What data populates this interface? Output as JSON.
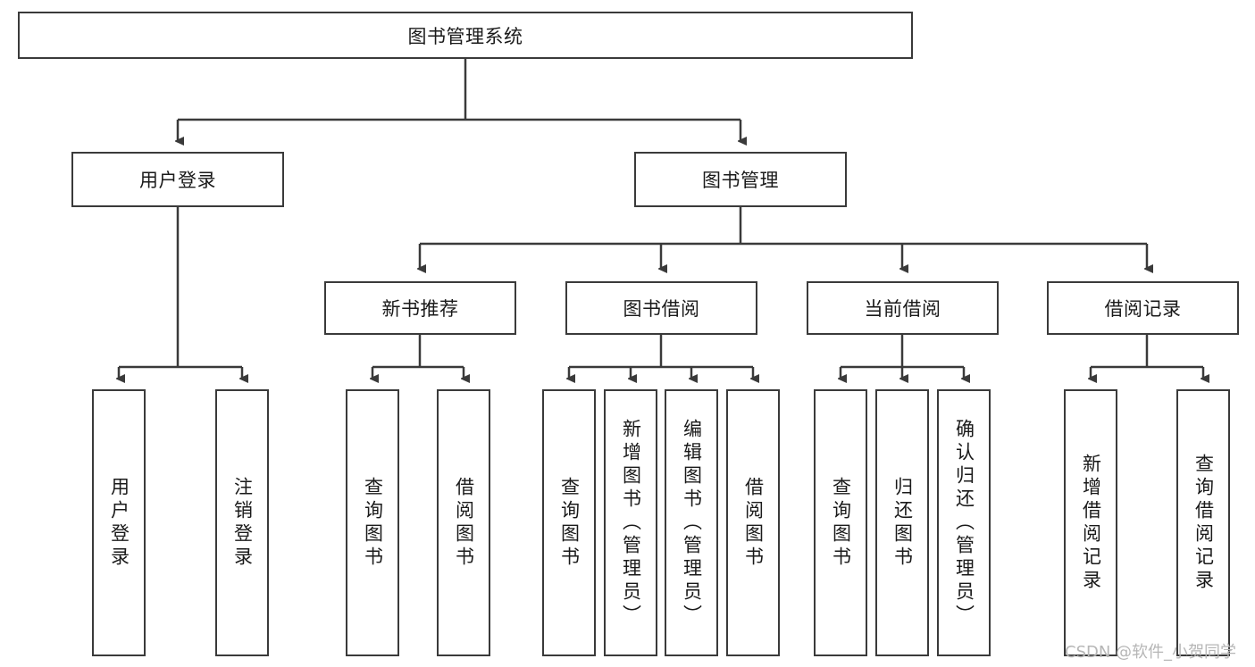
{
  "diagram": {
    "type": "hierarchy-tree",
    "title_node": "图书管理系统",
    "watermark": "CSDN @软件_小贺同学",
    "colors": {
      "box_border": "#3a3a3a",
      "box_fill": "#ffffff",
      "connector": "#3a3a3a",
      "text": "#1a1a1a",
      "watermark": "#b6b6b6"
    },
    "nodes": {
      "root": {
        "label": "图书管理系统"
      },
      "level2": [
        {
          "id": "user-login",
          "label": "用户登录"
        },
        {
          "id": "book-manage",
          "label": "图书管理"
        }
      ],
      "level3": [
        {
          "id": "new-book-rec",
          "label": "新书推荐"
        },
        {
          "id": "book-borrow",
          "label": "图书借阅"
        },
        {
          "id": "current-borrow",
          "label": "当前借阅"
        },
        {
          "id": "borrow-record",
          "label": "借阅记录"
        }
      ],
      "leaves": {
        "user-login": [
          {
            "id": "leaf-user-login",
            "label": "用户登录"
          },
          {
            "id": "leaf-logout",
            "label": "注销登录"
          }
        ],
        "new-book-rec": [
          {
            "id": "leaf-query-book-1",
            "label": "查询图书"
          },
          {
            "id": "leaf-borrow-book-1",
            "label": "借阅图书"
          }
        ],
        "book-borrow": [
          {
            "id": "leaf-query-book-2",
            "label": "查询图书"
          },
          {
            "id": "leaf-add-book",
            "label": "新增图书（管理员）"
          },
          {
            "id": "leaf-edit-book",
            "label": "编辑图书（管理员）"
          },
          {
            "id": "leaf-borrow-book-2",
            "label": "借阅图书"
          }
        ],
        "current-borrow": [
          {
            "id": "leaf-query-book-3",
            "label": "查询图书"
          },
          {
            "id": "leaf-return-book",
            "label": "归还图书"
          },
          {
            "id": "leaf-confirm-return",
            "label": "确认归还（管理员）"
          }
        ],
        "borrow-record": [
          {
            "id": "leaf-add-record",
            "label": "新增借阅记录"
          },
          {
            "id": "leaf-query-record",
            "label": "查询借阅记录"
          }
        ]
      }
    }
  }
}
